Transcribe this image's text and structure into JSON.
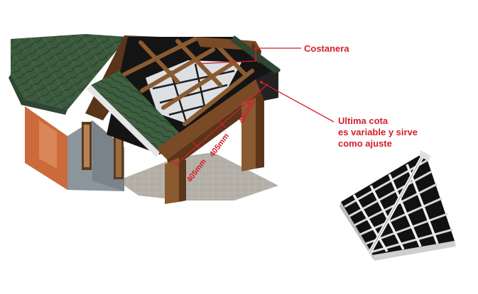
{
  "labels": {
    "costanera": "Costanera",
    "ultima": [
      "Ultima  cota",
      "es variable y sirve",
      "como ajuste"
    ]
  },
  "dimensions": [
    "405mm",
    "405mm",
    "405mm"
  ],
  "colors": {
    "annotation": "#d21f2b",
    "tile": "#3c5a3e",
    "timber": "#6b3f1f",
    "wall": "#8c949c",
    "paving": "#b8b4ac",
    "dark": "#111111"
  }
}
